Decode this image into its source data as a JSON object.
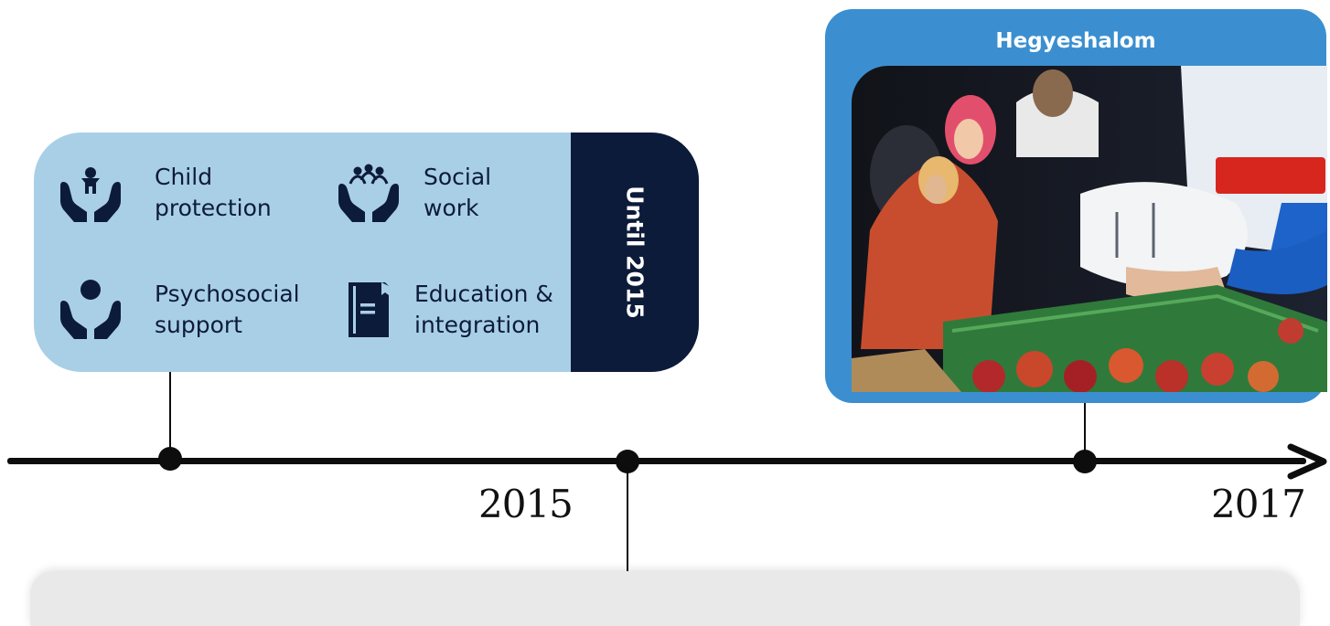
{
  "timeline": {
    "years": [
      "2015",
      "2017"
    ]
  },
  "services_card": {
    "side_label": "Until 2015",
    "items": [
      {
        "label": "Child\nprotection",
        "icon": "hands-child-icon"
      },
      {
        "label": "Social\nwork",
        "icon": "hands-heart-people-icon"
      },
      {
        "label": "Psychosocial\nsupport",
        "icon": "hands-person-icon"
      },
      {
        "label": "Education &\nintegration",
        "icon": "document-icon"
      }
    ]
  },
  "photo_card": {
    "title": "Hegyeshalom"
  },
  "colors": {
    "card_light_blue": "#a9cfe7",
    "navy": "#0d1b3a",
    "photo_frame_blue": "#3b8fd0",
    "timeline_black": "#0d0d0d"
  }
}
